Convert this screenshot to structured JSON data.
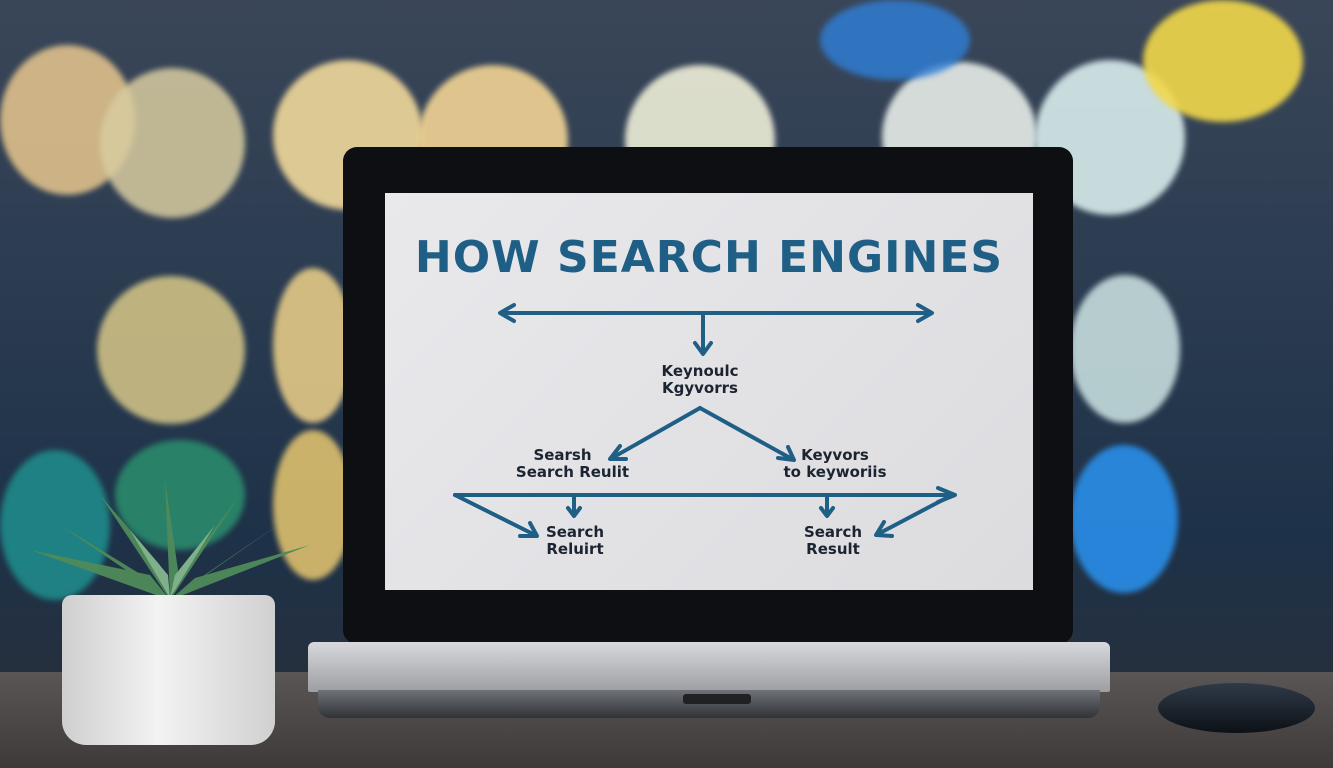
{
  "screen": {
    "title": "HOW SEARCH ENGINES",
    "labels": {
      "top_line1": "Keynoulc",
      "top_line2": "Kgyvorrs",
      "left_line1": "Searsh",
      "left_line2": "Search Reulit",
      "right_line1": "Keyvors",
      "right_line2": "to keyworiis",
      "bottom_left_line1": "Search",
      "bottom_left_line2": "Reluirt",
      "bottom_right_line1": "Search",
      "bottom_right_line2": "Result"
    }
  },
  "colors": {
    "accent": "#1f5f86",
    "text": "#1b2430"
  }
}
